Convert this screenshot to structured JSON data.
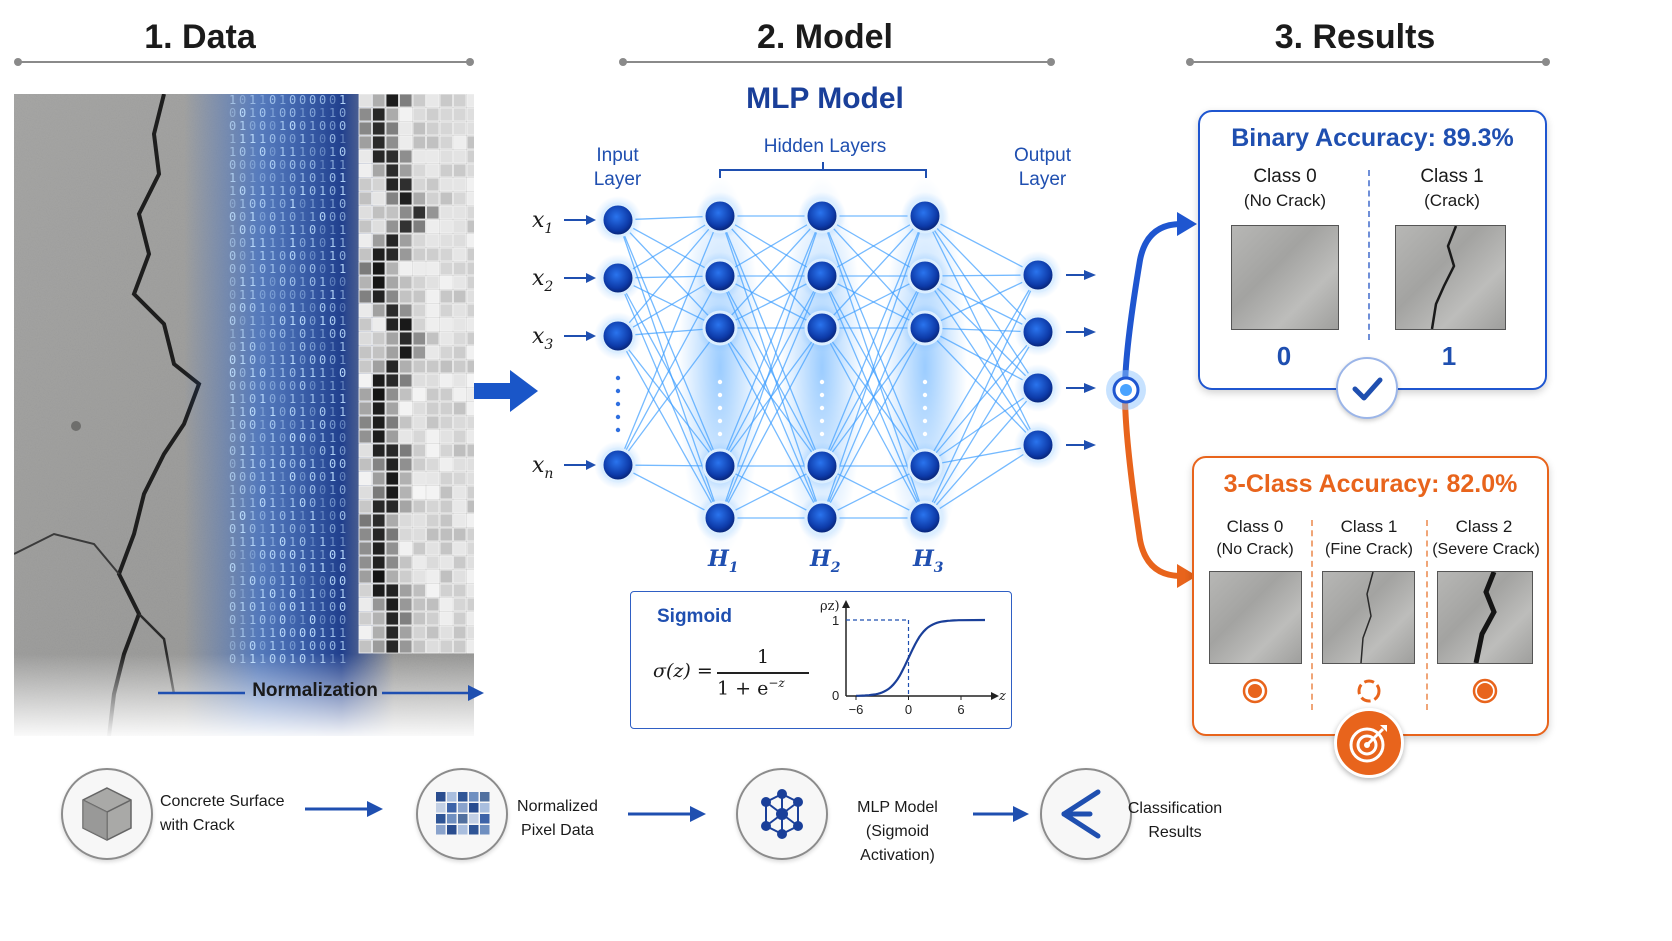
{
  "sections": {
    "data_title": "1. Data",
    "model_title": "2. Model",
    "results_title": "3. Results"
  },
  "data_panel": {
    "normalization_label": "Normalization"
  },
  "model": {
    "title": "MLP Model",
    "input_layer_label": "Input Layer",
    "hidden_layers_label": "Hidden Layers",
    "output_layer_label": "Output Layer",
    "inputs": [
      "x",
      "x",
      "x",
      "x"
    ],
    "input_subscripts": [
      "1",
      "2",
      "3",
      "n"
    ],
    "hidden_names": [
      "H",
      "H",
      "H"
    ],
    "hidden_subscripts": [
      "1",
      "2",
      "3"
    ]
  },
  "sigmoid": {
    "title": "Sigmoid",
    "formula_lhs": "σ(z) =",
    "formula_num": "1",
    "formula_den": "1 + e",
    "formula_exp": "−z",
    "y_axis_label": "ρz)",
    "x_axis_label": "z",
    "y_ticks": [
      "1",
      "0"
    ],
    "x_ticks": [
      "−6",
      "0",
      "6"
    ],
    "curve_ylim": [
      0,
      1
    ],
    "curve_xlim": [
      -6,
      6
    ]
  },
  "binary": {
    "title": "Binary Accuracy: 89.3%",
    "accent": "#1f4fb0",
    "class0_name": "Class 0",
    "class0_desc": "(No Crack)",
    "class1_name": "Class 1",
    "class1_desc": "(Crack)",
    "label0": "0",
    "label1": "1"
  },
  "three_class": {
    "title": "3-Class Accuracy: 82.0%",
    "accent": "#e8641c",
    "classes": [
      {
        "name": "Class 0",
        "desc": "(No Crack)"
      },
      {
        "name": "Class 1",
        "desc": "(Fine Crack)"
      },
      {
        "name": "Class 2",
        "desc": "(Severe Crack)"
      }
    ]
  },
  "flow": {
    "step1": [
      "Concrete Surface",
      "with Crack"
    ],
    "step2": [
      "Normalized",
      "Pixel Data"
    ],
    "step3": [
      "MLP Model",
      "(Sigmoid Activation)"
    ],
    "step4": [
      "Classification",
      "Results"
    ]
  },
  "icons": {
    "step1": "concrete-cube-icon",
    "step2": "pixel-grid-icon",
    "step3": "network-icon",
    "step4": "branch-icon",
    "binary_badge": "checkmark-icon",
    "three_badge": "target-icon"
  }
}
